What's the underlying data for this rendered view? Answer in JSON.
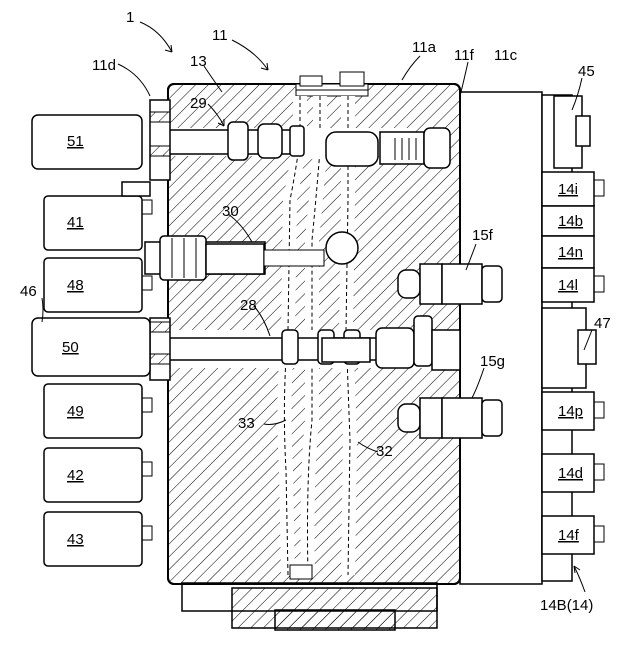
{
  "figure": {
    "labels": {
      "ref_1": "1",
      "ref_11": "11",
      "ref_11d": "11d",
      "ref_13": "13",
      "ref_11a": "11a",
      "ref_11f": "11f",
      "ref_11c": "11c",
      "ref_45": "45",
      "ref_29": "29",
      "ref_30": "30",
      "ref_28": "28",
      "ref_33": "33",
      "ref_32": "32",
      "ref_46": "46",
      "ref_47": "47",
      "ref_15f": "15f",
      "ref_15g": "15g",
      "ref_14B": "14B(14)"
    },
    "left_solenoids": [
      "51",
      "41",
      "48",
      "50",
      "49",
      "42",
      "43"
    ],
    "right_solenoids": [
      "14i",
      "14b",
      "14n",
      "14l",
      "14p",
      "14d",
      "14f"
    ]
  }
}
